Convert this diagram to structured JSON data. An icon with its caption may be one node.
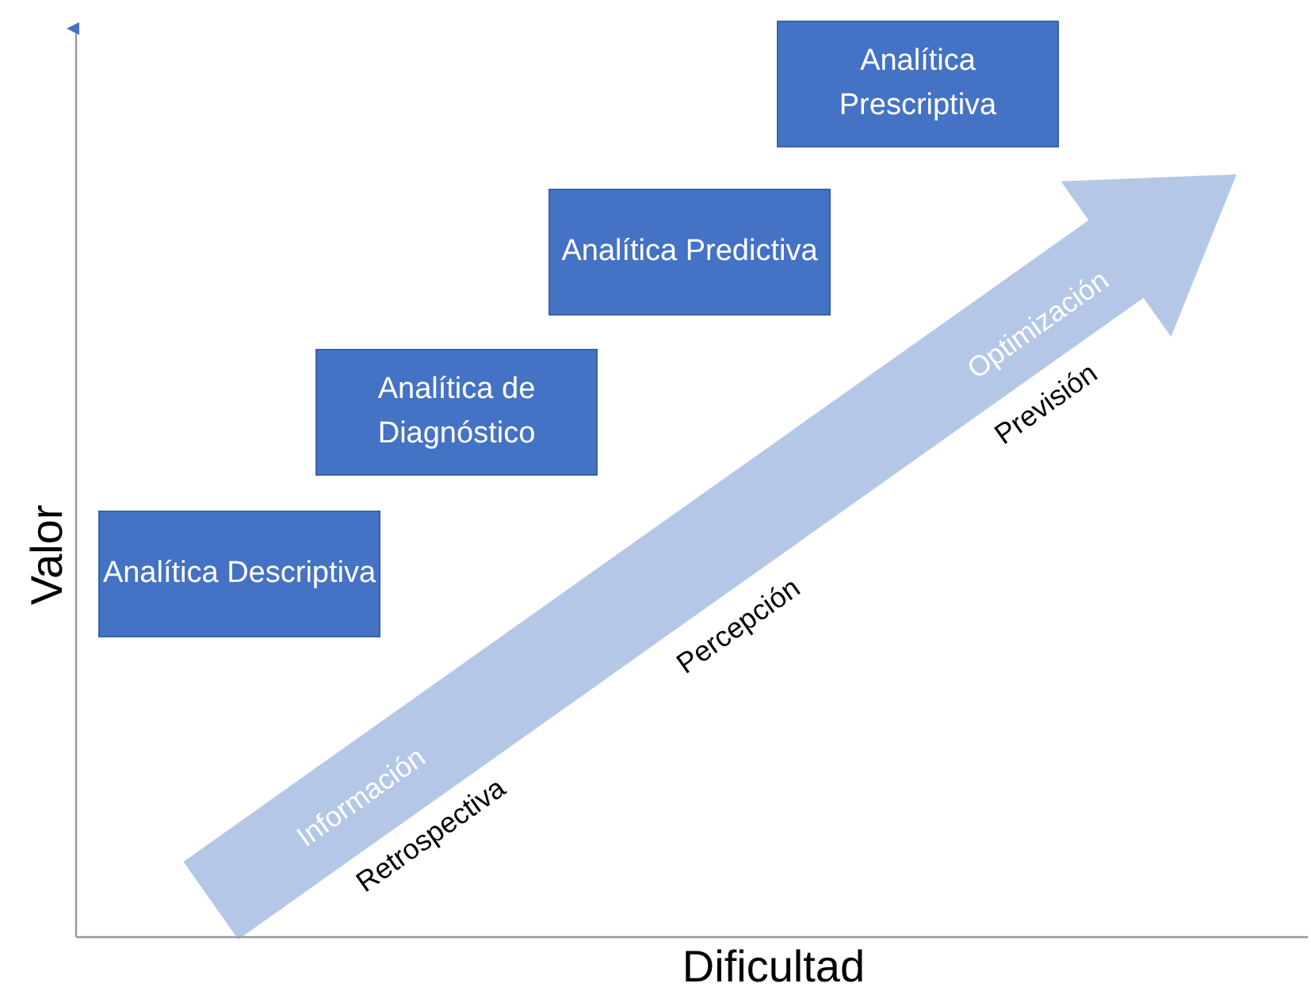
{
  "diagram": {
    "nodes": [
      {
        "text": [
          "Analítica Descriptiva"
        ]
      },
      {
        "text": [
          "Analítica de Diagnóstico"
        ]
      },
      {
        "text": [
          "Analítica Predictiva"
        ]
      },
      {
        "text": [
          "Analítica Prescriptiva"
        ]
      }
    ],
    "labels": [
      "Información",
      "Retrospectiva",
      "Percepción",
      "Optimización",
      "Previsión",
      "Valor",
      "Dificultad"
    ]
  }
}
